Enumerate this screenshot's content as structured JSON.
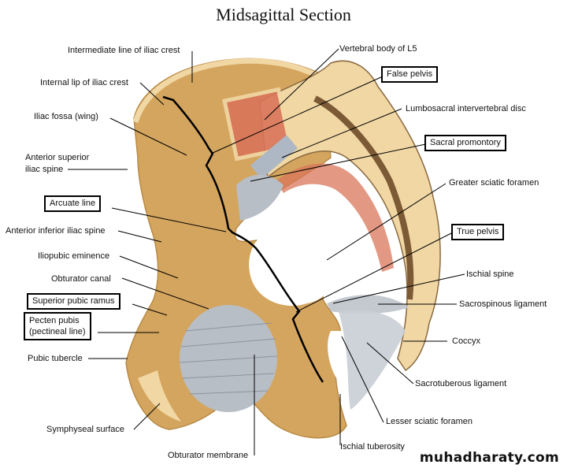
{
  "title": "Midsagittal Section",
  "watermark": "muhadharaty.com",
  "colors": {
    "bone": "#d4a55e",
    "bone_light": "#f1d7a4",
    "marrow": "#d9755a",
    "ligament": "#b8bec6",
    "disc": "#aeb8c4",
    "line": "#000000"
  },
  "labels": {
    "intermediate_line": "Intermediate line of iliac crest",
    "internal_lip": "Internal lip of iliac crest",
    "iliac_fossa": "Iliac fossa (wing)",
    "asis_1": "Anterior superior",
    "asis_2": "iliac spine",
    "arcuate_line": "Arcuate line",
    "aiis": "Anterior inferior iliac spine",
    "iliopubic": "Iliopubic eminence",
    "obturator_canal": "Obturator canal",
    "superior_pubic_ramus": "Superior pubic ramus",
    "pecten_1": "Pecten pubis",
    "pecten_2": "(pectineal line)",
    "pubic_tubercle": "Pubic tubercle",
    "symphyseal": "Symphyseal surface",
    "obturator_membrane": "Obturator membrane",
    "vertebral_body": "Vertebral body of L5",
    "false_pelvis": "False pelvis",
    "lumbosacral_disc": "Lumbosacral intervertebral disc",
    "sacral_promontory": "Sacral promontory",
    "greater_sciatic": "Greater sciatic foramen",
    "true_pelvis": "True pelvis",
    "ischial_spine": "Ischial spine",
    "sacrospinous": "Sacrospinous ligament",
    "coccyx": "Coccyx",
    "sacrotuberous": "Sacrotuberous ligament",
    "lesser_sciatic": "Lesser sciatic foramen",
    "ischial_tuberosity": "Ischial tuberosity"
  }
}
